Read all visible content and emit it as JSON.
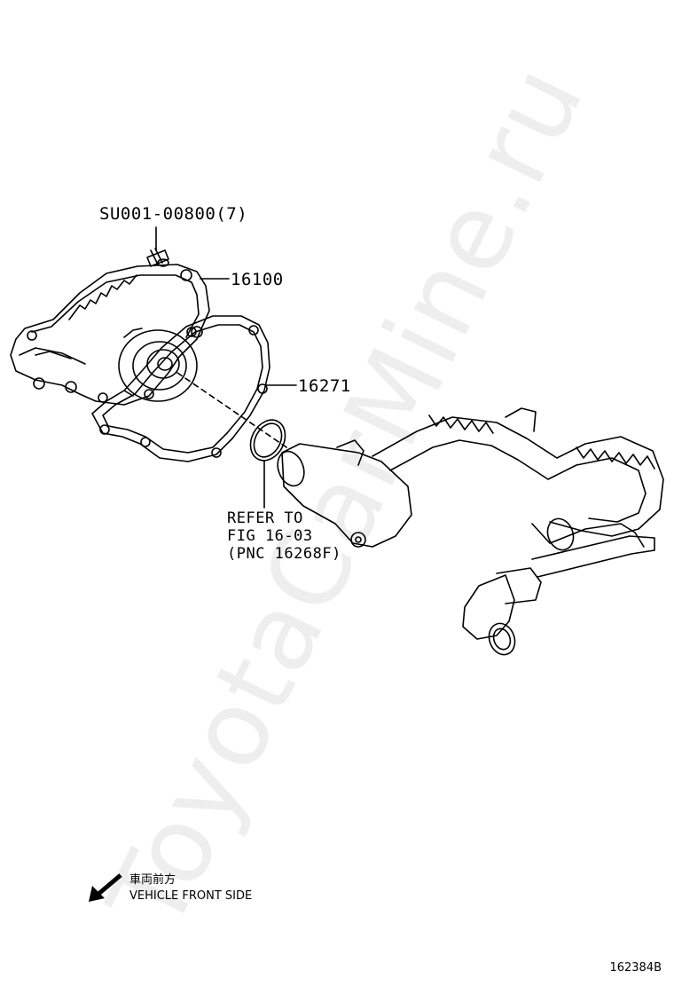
{
  "watermark": "ToyotaCarMine.ru",
  "callouts": {
    "bolt": "SU001-00800(7)",
    "water_pump": "16100",
    "gasket": "16271",
    "refer_line1": "REFER TO",
    "refer_line2": "FIG 16-03",
    "refer_line3": "(PNC 16268F)"
  },
  "front_indicator": {
    "jp_label": "車両前方",
    "en_label": "VEHICLE FRONT SIDE",
    "icon": "arrow-down-left-icon"
  },
  "figure_code": "162384B"
}
